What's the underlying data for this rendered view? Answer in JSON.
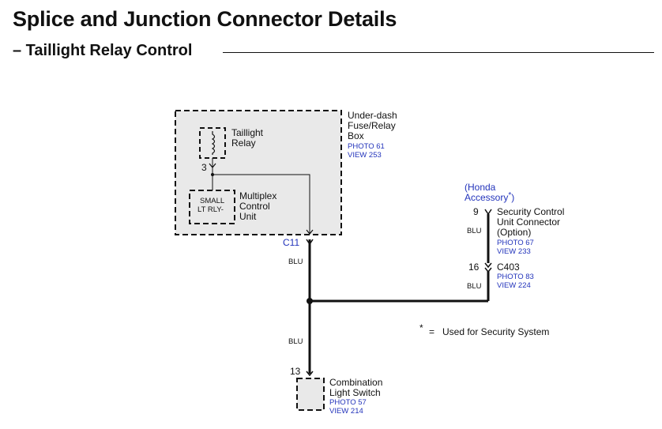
{
  "header": {
    "title": "Splice and Junction Connector Details",
    "subtitle": "– Taillight Relay Control"
  },
  "colors": {
    "reference_blue": "#2233bb",
    "box_fill": "#e9e9e9",
    "line": "#111111"
  },
  "fuse_box": {
    "name_lines": [
      "Under-dash",
      "Fuse/Relay",
      "Box"
    ],
    "photo": "PHOTO 61",
    "view": "VIEW 253",
    "connector": "C11"
  },
  "relay": {
    "name_lines": [
      "Taillight",
      "Relay"
    ],
    "pin": "3"
  },
  "multiplex": {
    "inner_lines": [
      "SMALL",
      "LT RLY-"
    ],
    "name_lines": [
      "Multiplex",
      "Control",
      "Unit"
    ]
  },
  "honda": {
    "line1": "(Honda",
    "line2": "Accessory",
    "star": "*",
    "close": ")"
  },
  "security": {
    "pin": "9",
    "name_lines": [
      "Security Control",
      "Unit Connector",
      "(Option)"
    ],
    "photo": "PHOTO 67",
    "view": "VIEW 233"
  },
  "c403": {
    "pin": "16",
    "name": "C403",
    "photo": "PHOTO 83",
    "view": "VIEW 224"
  },
  "wires": {
    "blu_upper_left": "BLU",
    "blu_lower_left": "BLU",
    "blu_right_upper": "BLU",
    "blu_right_lower": "BLU"
  },
  "note": {
    "star": "*",
    "equals": "=",
    "text": "Used for Security System"
  },
  "switch": {
    "pin": "13",
    "name_lines": [
      "Combination",
      "Light Switch"
    ],
    "photo": "PHOTO 57",
    "view": "VIEW 214"
  }
}
